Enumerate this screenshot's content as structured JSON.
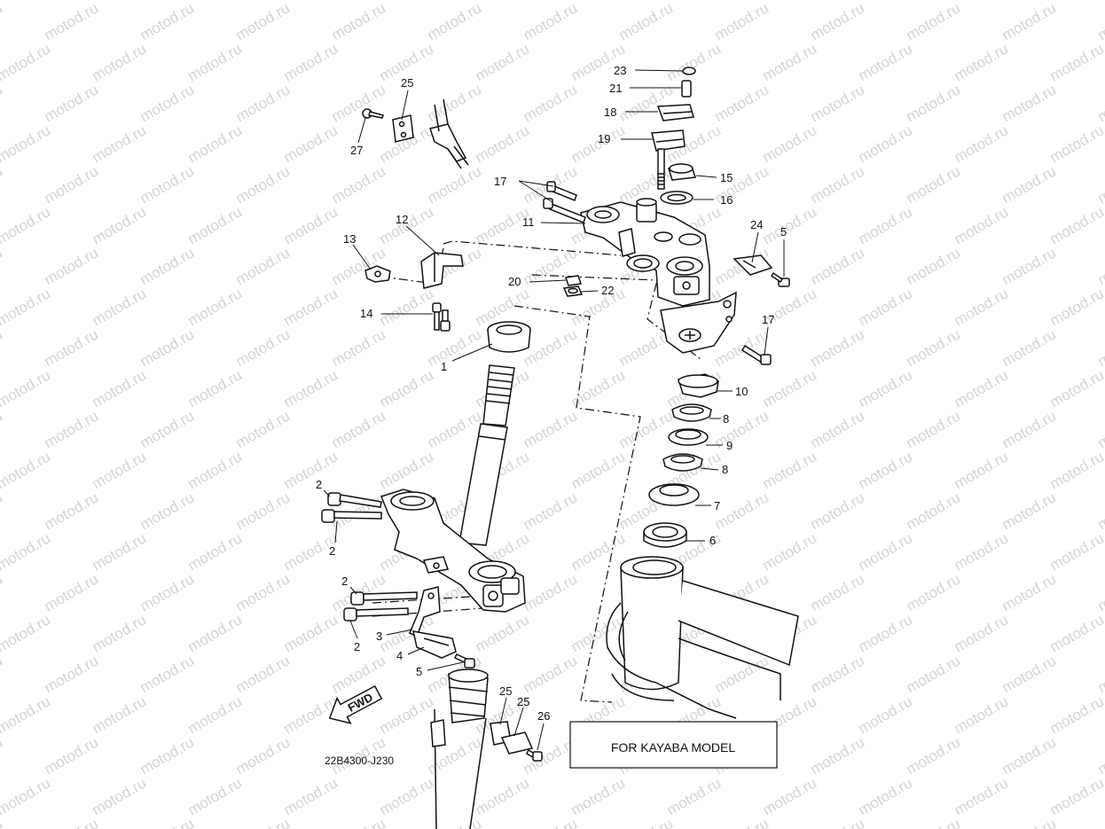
{
  "watermark": "motod.ru",
  "diagram_code": "22B4300-J230",
  "note_box": "FOR KAYABA MODEL",
  "fwd_label": "FWD",
  "callouts": [
    "23",
    "21",
    "18",
    "19",
    "15",
    "16",
    "17",
    "11",
    "24",
    "5",
    "20",
    "22",
    "12",
    "13",
    "14",
    "1",
    "17",
    "10",
    "8",
    "9",
    "8",
    "7",
    "6",
    "2",
    "2",
    "2",
    "2",
    "3",
    "4",
    "5",
    "25",
    "25",
    "26",
    "25",
    "27"
  ]
}
